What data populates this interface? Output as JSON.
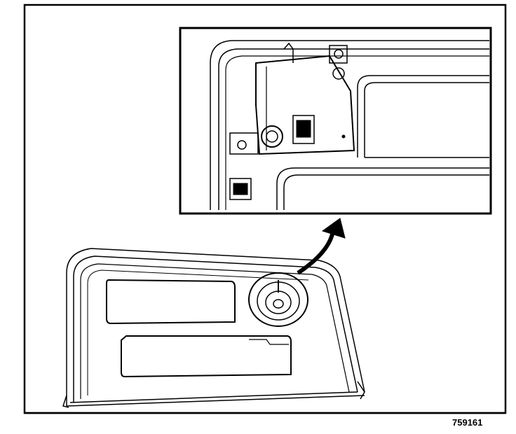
{
  "figure": {
    "figure_number": "759161",
    "description_icons": [
      "instrument-panel-bezel",
      "detail-inset",
      "arrow-pointer"
    ]
  }
}
